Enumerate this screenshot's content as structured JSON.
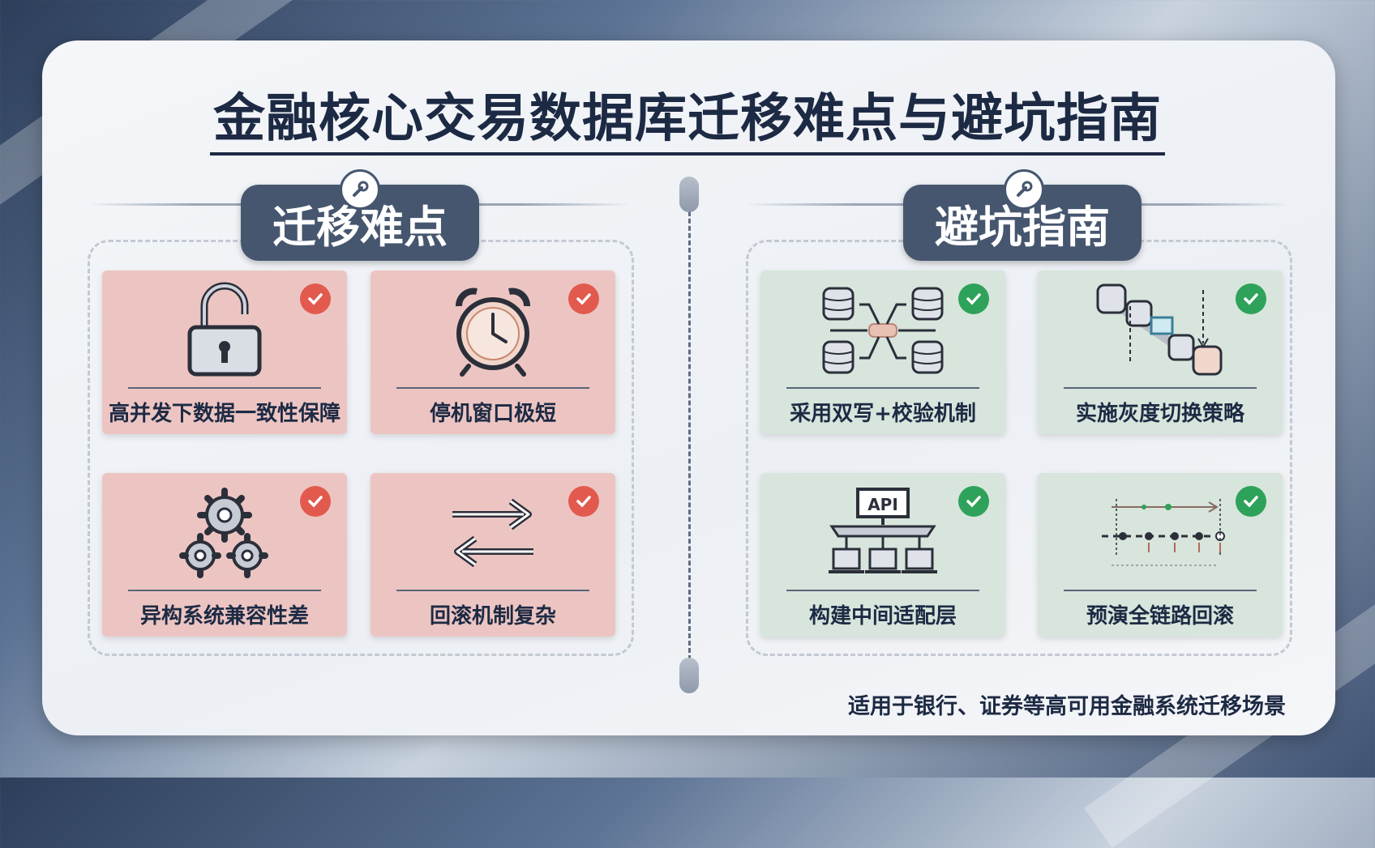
{
  "title": "金融核心交易数据库迁移难点与避坑指南",
  "left_section": {
    "heading": "迁移难点",
    "cards": [
      {
        "label": "高并发下数据一致性保障",
        "icon": "unlocked-padlock-icon"
      },
      {
        "label": "停机窗口极短",
        "icon": "alarm-clock-icon"
      },
      {
        "label": "异构系统兼容性差",
        "icon": "gears-icon"
      },
      {
        "label": "回滚机制复杂",
        "icon": "bidirectional-arrows-icon"
      }
    ]
  },
  "right_section": {
    "heading": "避坑指南",
    "cards": [
      {
        "label": "采用双写+校验机制",
        "icon": "dual-write-databases-icon"
      },
      {
        "label": "实施灰度切换策略",
        "icon": "gradual-switch-icon"
      },
      {
        "label": "构建中间适配层",
        "icon": "api-adapter-layer-icon",
        "icon_text": "API"
      },
      {
        "label": "预演全链路回滚",
        "icon": "rollback-timeline-icon"
      }
    ]
  },
  "footer": "适用于银行、证券等高可用金融系统迁移场景",
  "colors": {
    "navy": "#1d2a44",
    "badge": "#46566f",
    "problem_card": "#ecc5c2",
    "guide_card": "#d7e5dc",
    "problem_check": "#e25a4e",
    "guide_check": "#2ea25a"
  }
}
